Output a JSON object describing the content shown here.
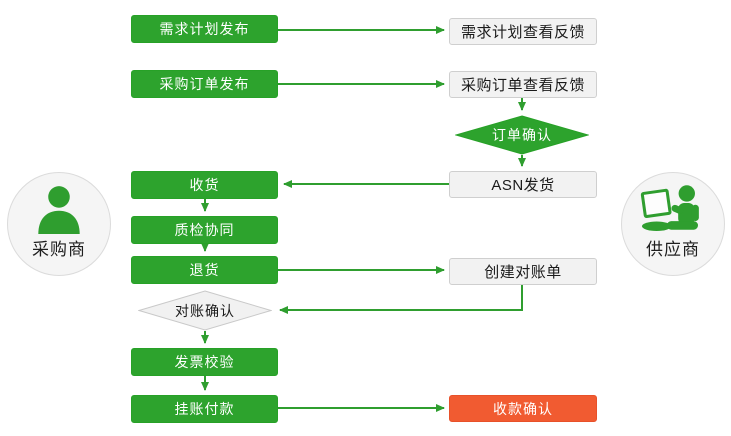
{
  "diagram": {
    "type": "flowchart",
    "actors": {
      "buyer": {
        "label": "采购商",
        "icon": "person-icon"
      },
      "supplier": {
        "label": "供应商",
        "icon": "person-laptop-icon"
      }
    },
    "buyer_nodes": [
      {
        "id": "demand-plan-publish",
        "label": "需求计划发布",
        "shape": "rect",
        "style": "green"
      },
      {
        "id": "purchase-order-publish",
        "label": "采购订单发布",
        "shape": "rect",
        "style": "green"
      },
      {
        "id": "receive-goods",
        "label": "收货",
        "shape": "rect",
        "style": "green"
      },
      {
        "id": "quality-inspection",
        "label": "质检协同",
        "shape": "rect",
        "style": "green"
      },
      {
        "id": "return-goods",
        "label": "退货",
        "shape": "rect",
        "style": "green"
      },
      {
        "id": "reconciliation-confirm",
        "label": "对账确认",
        "shape": "diamond",
        "style": "gray"
      },
      {
        "id": "invoice-verification",
        "label": "发票校验",
        "shape": "rect",
        "style": "green"
      },
      {
        "id": "payment-on-account",
        "label": "挂账付款",
        "shape": "rect",
        "style": "green"
      }
    ],
    "supplier_nodes": [
      {
        "id": "demand-plan-feedback",
        "label": "需求计划查看反馈",
        "shape": "rect",
        "style": "plain"
      },
      {
        "id": "purchase-order-feedback",
        "label": "采购订单查看反馈",
        "shape": "rect",
        "style": "plain"
      },
      {
        "id": "order-confirm",
        "label": "订单确认",
        "shape": "diamond",
        "style": "green"
      },
      {
        "id": "asn-shipping",
        "label": "ASN发货",
        "shape": "rect",
        "style": "plain"
      },
      {
        "id": "create-statement",
        "label": "创建对账单",
        "shape": "rect",
        "style": "plain"
      },
      {
        "id": "payment-received-confirm",
        "label": "收款确认",
        "shape": "rect",
        "style": "red"
      }
    ],
    "colors": {
      "node_green": "#2da32d",
      "node_green_border": "#27a127",
      "node_red": "#f15b31",
      "node_plain_fill": "#f2f2f2",
      "node_plain_border": "#cfcfcf",
      "diamond_gray_fill": "#f1f1f1",
      "diamond_gray_border": "#c9c9c9",
      "arrow_green": "#2f9e2f",
      "text_dark": "#1a1a1a",
      "circle_fill": "#f5f5f5",
      "circle_border": "#dbdbdb"
    }
  }
}
